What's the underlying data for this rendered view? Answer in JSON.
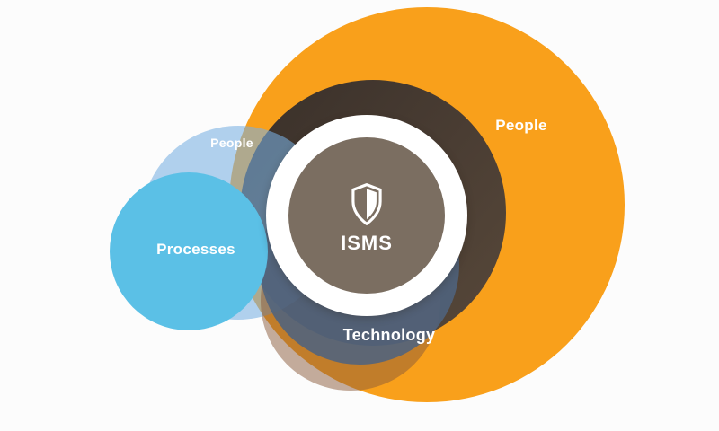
{
  "diagram": {
    "type": "overlapping-circles",
    "subject": "Information Security Management System components",
    "center": {
      "title": "ISMS",
      "icon": "shield-half-icon"
    },
    "labels": {
      "people_outer": "People",
      "people_inner": "People",
      "processes": "Processes",
      "technology": "Technology"
    },
    "colors": {
      "background": "#FCFCFC",
      "people_orange": "#F9A01B",
      "dark_brown_ring": "#4A3D33",
      "people_inner_blue": "#B7D3EA",
      "tan_overlap": "#C5AD9D",
      "technology_slate": "#5C6E85",
      "processes_blue": "#5BC0E6",
      "ring_white": "#FFFFFF",
      "isms_core_taupe": "#7B6E61",
      "label_text": "#FFFFFF"
    }
  }
}
